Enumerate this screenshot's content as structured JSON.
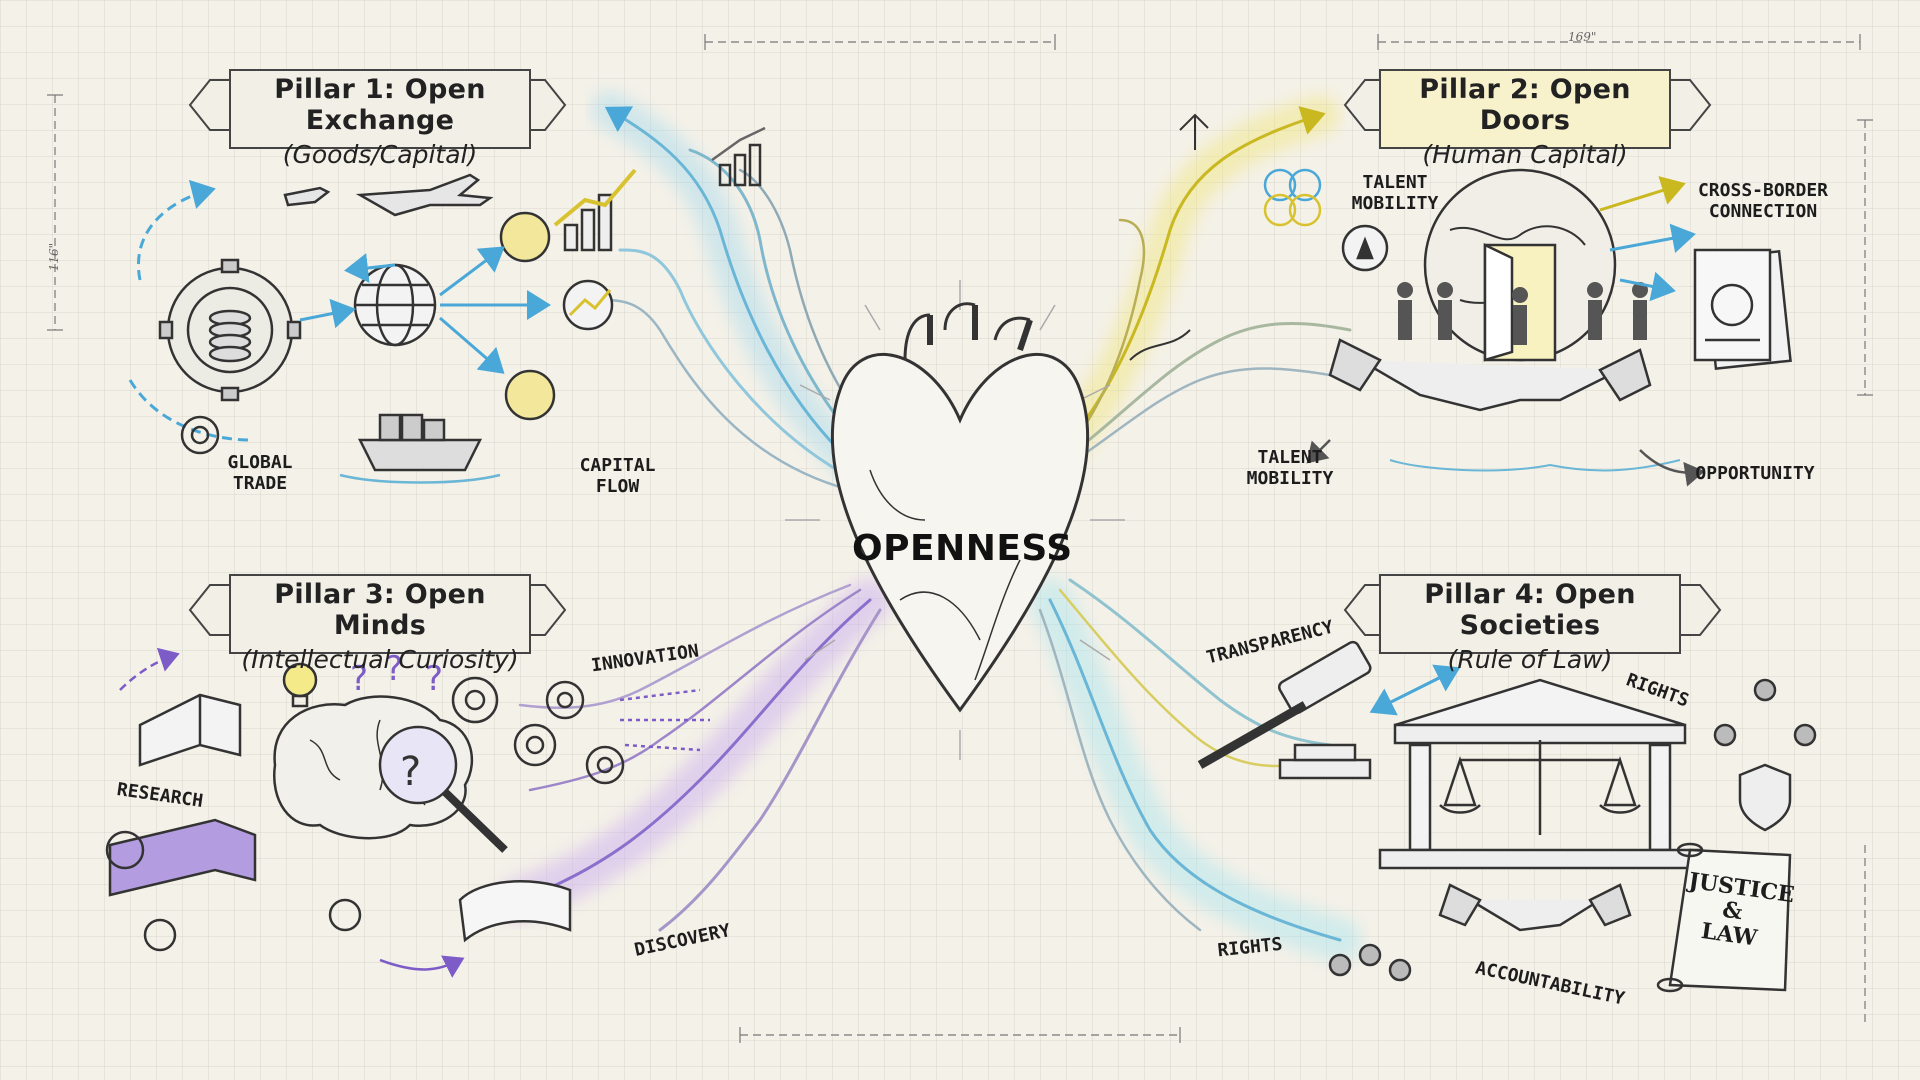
{
  "center": {
    "label": "OPENNESS"
  },
  "pillars": [
    {
      "title": "Pillar 1: Open Exchange",
      "subtitle": "(Goods/Capital)",
      "color": "#6ec6e8"
    },
    {
      "title": "Pillar 2: Open Doors",
      "subtitle": "(Human Capital)",
      "color": "#e8d84a"
    },
    {
      "title": "Pillar 3: Open Minds",
      "subtitle": "(Intellectual Curiosity)",
      "color": "#a98be0"
    },
    {
      "title": "Pillar 4: Open Societies",
      "subtitle": "(Rule of Law)",
      "color": "#7fd0e8"
    }
  ],
  "labels": {
    "global_trade": "GLOBAL\nTRADE",
    "capital_flow": "CAPITAL\nFLOW",
    "talent_mobility_top": "TALENT\nMOBILITY",
    "cross_border": "CROSS-BORDER\nCONNECTION",
    "talent_mobility_bottom": "TALENT\nMOBILITY",
    "opportunity": "OPPORTUNITY",
    "innovation": "INNOVATION",
    "research": "RESEARCH",
    "discovery": "DISCOVERY",
    "transparency": "TRANSPARENCY",
    "rights_top": "RIGHTS",
    "rights_bottom": "RIGHTS",
    "accountability": "ACCOUNTABILITY",
    "justice_law": "JUSTICE\n&\nLAW"
  },
  "dimensions": {
    "top_right": "169\"",
    "left_side": "116\""
  },
  "icons": [
    "gear-icon",
    "coins-icon",
    "globe-icon",
    "airplane-icon",
    "ship-icon",
    "dollar-coin-icon",
    "bar-chart-icon",
    "heart-icon",
    "door-icon",
    "passport-icon",
    "handshake-icon",
    "compass-icon",
    "brain-icon",
    "magnifier-icon",
    "lightbulb-icon",
    "book-icon",
    "gavel-icon",
    "courthouse-scales-icon",
    "scroll-icon",
    "shield-icon"
  ]
}
